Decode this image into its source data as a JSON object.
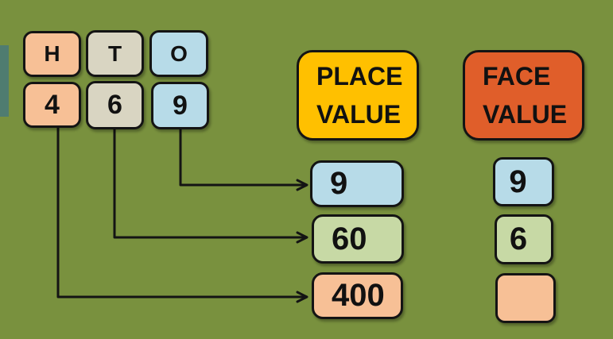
{
  "palette": {
    "background": "#79913E",
    "accent_bar": "#4F7C70",
    "peach": "#F7C096",
    "tan": "#D9D5C2",
    "blue": "#B7DBE8",
    "sage": "#C7D9A5",
    "gold": "#FFC000",
    "orange_red": "#E05E2A",
    "outline": "#141414"
  },
  "hto": {
    "headers": [
      {
        "label": "H"
      },
      {
        "label": "T"
      },
      {
        "label": "O"
      }
    ],
    "digits": [
      {
        "label": "4"
      },
      {
        "label": "6"
      },
      {
        "label": "9"
      }
    ]
  },
  "place_value": {
    "title_lines": [
      "PLACE",
      "VALUE"
    ],
    "items": [
      {
        "value": "9"
      },
      {
        "value": "60"
      },
      {
        "value": "400"
      }
    ]
  },
  "face_value": {
    "title_lines": [
      "FACE",
      "VALUE"
    ],
    "items": [
      {
        "value": "9"
      },
      {
        "value": "6"
      },
      {
        "value": ""
      }
    ]
  }
}
